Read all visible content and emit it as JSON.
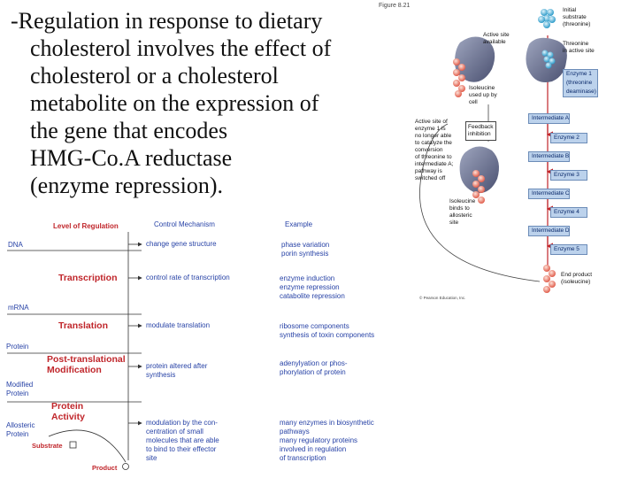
{
  "main_text": {
    "lines": [
      "-Regulation in response to dietary",
      "cholesterol involves the effect of",
      "cholesterol or a cholesterol",
      "metabolite on the expression of",
      "the gene that encodes",
      "HMG-Co.A reductase",
      "(enzyme repression)."
    ]
  },
  "regulation_table": {
    "headers": {
      "level": "Level of Regulation",
      "mechanism": "Control Mechanism",
      "example": "Example"
    },
    "molecules": {
      "dna": "DNA",
      "mrna": "mRNA",
      "protein": "Protein",
      "modified_protein": [
        "Modified",
        "Protein"
      ],
      "allosteric_protein": [
        "Allosteric",
        "Protein"
      ]
    },
    "levels": {
      "transcription": [
        "Transcription"
      ],
      "translation": [
        "Translation"
      ],
      "post_translational": [
        "Post-translational",
        "Modification"
      ],
      "protein_activity": [
        "Protein",
        "Activity"
      ]
    },
    "mechanisms": {
      "dna": [
        "change gene structure"
      ],
      "transcription": [
        "control rate of transcription"
      ],
      "translation": [
        "modulate translation"
      ],
      "post_translational": [
        "protein altered after",
        "synthesis"
      ],
      "protein_activity": [
        "modulation by the con-",
        "centration of small",
        "molecules that are able",
        "to bind to their effector",
        "site"
      ]
    },
    "examples": {
      "dna": [
        "phase variation",
        "porin synthesis"
      ],
      "transcription": [
        "enzyme induction",
        "enzyme repression",
        "catabolite repression"
      ],
      "translation": [
        "ribosome components",
        "synthesis of toxin components"
      ],
      "post_translational": [
        "adenylyation or phos-",
        "phorylation of protein"
      ],
      "protein_activity": [
        "many enzymes in biosynthetic",
        "pathways",
        "many regulatory proteins",
        "involved in regulation",
        "of transcription"
      ]
    },
    "substrate_label": "Substrate",
    "product_label": "Product"
  },
  "feedback_figure": {
    "figure_label": "Figure 8.21",
    "initial_substrate": [
      "Initial",
      "substrate",
      "(threonine)"
    ],
    "active_site_available": [
      "Active site",
      "available"
    ],
    "threonine_in_active_site": [
      "Threonine",
      "in active site"
    ],
    "isoleucine_used": [
      "Isoleucine",
      "used up by",
      "cell"
    ],
    "active_site_nolonger": [
      "Active site of",
      "enzyme 1 is",
      "no longer able",
      "to catalyze the",
      "conversion",
      "of threonine to",
      "intermediate A;",
      "pathway is",
      "switched off"
    ],
    "feedback_inhibition": [
      "Feedback",
      "inhibition"
    ],
    "isoleucine_binds": [
      "Isoleucine",
      "binds to",
      "allosteric",
      "site"
    ],
    "enzyme1_box": [
      "Enzyme 1",
      "(threonine",
      "deaminase)"
    ],
    "steps": [
      "Intermediate A",
      "Enzyme 2",
      "Intermediate B",
      "Enzyme 3",
      "Intermediate C",
      "Enzyme 4",
      "Intermediate D",
      "Enzyme 5"
    ],
    "end_product": [
      "End product",
      "(isoleucine)"
    ],
    "copyright": "© Pearson Education, Inc."
  }
}
